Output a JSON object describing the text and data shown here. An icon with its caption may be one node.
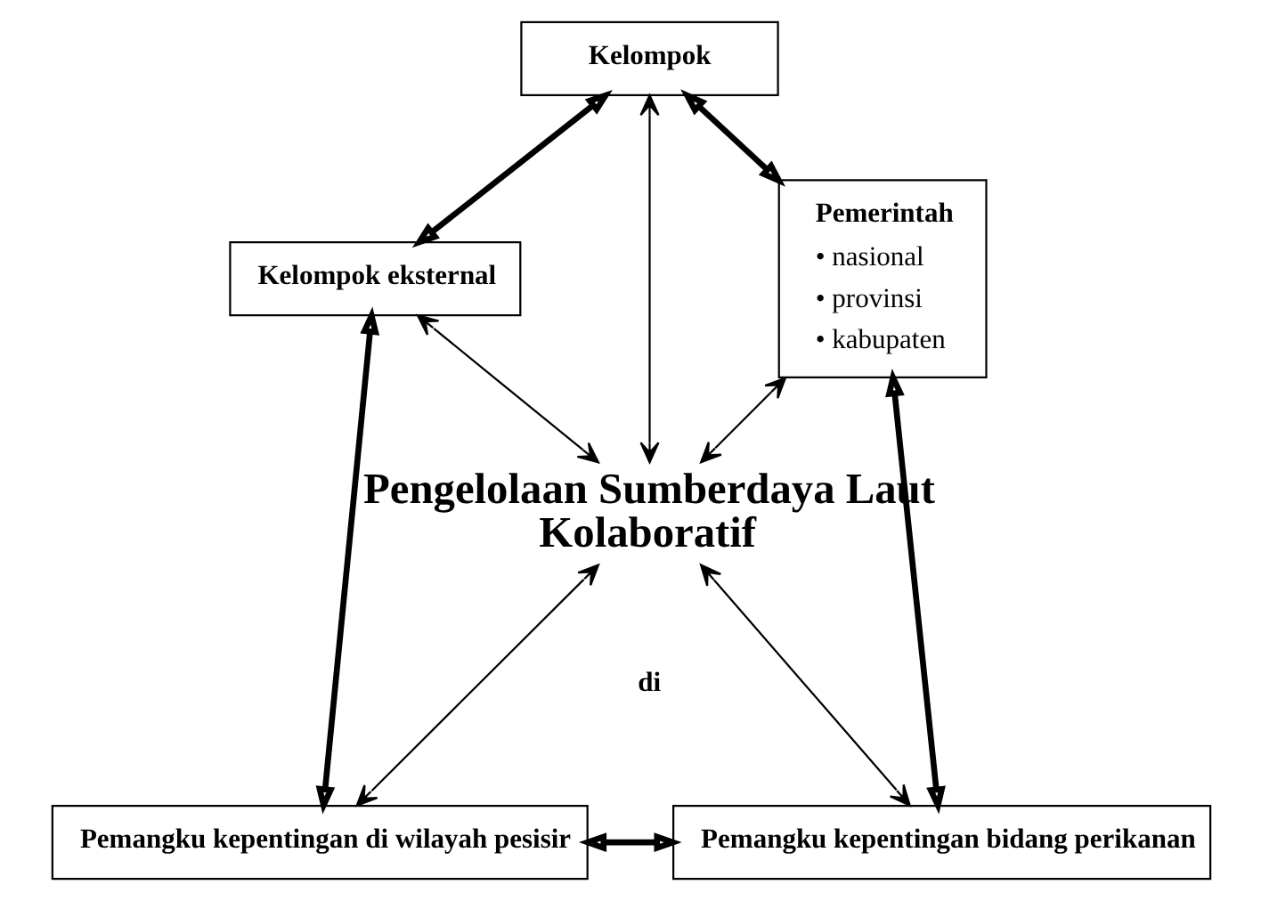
{
  "diagram": {
    "nodes": [
      {
        "text": [
          "Kelompok"
        ]
      },
      {
        "text": [
          "Kelompok eksternal"
        ]
      },
      {
        "text": [
          "Pemerintah",
          "• nasional",
          "• provinsi",
          "• kabupaten"
        ]
      },
      {
        "text": [
          "Pengelolaan Sumberdaya Laut Kolaboratif"
        ]
      },
      {
        "text": [
          "Pemangku kepentingan di wilayah pesisir"
        ]
      },
      {
        "text": [
          "Pemangku kepentingan bidang perikanan"
        ]
      }
    ],
    "edges": [
      {
        "from": 1,
        "to": 0,
        "arrow": "both",
        "style": "thick"
      },
      {
        "from": 0,
        "to": 2,
        "arrow": "both",
        "style": "thick"
      },
      {
        "from": 3,
        "to": 0,
        "arrow": "both"
      },
      {
        "from": 3,
        "to": 1,
        "arrow": "both"
      },
      {
        "from": 3,
        "to": 2,
        "arrow": "both"
      },
      {
        "from": 1,
        "to": 4,
        "arrow": "both",
        "style": "thick"
      },
      {
        "from": 2,
        "to": 5,
        "arrow": "both",
        "style": "thick"
      },
      {
        "from": 3,
        "to": 4,
        "arrow": "both"
      },
      {
        "from": 3,
        "to": 5,
        "arrow": "both"
      },
      {
        "from": 4,
        "to": 5,
        "arrow": "both",
        "style": "thick"
      }
    ],
    "labels": [
      "di"
    ]
  }
}
